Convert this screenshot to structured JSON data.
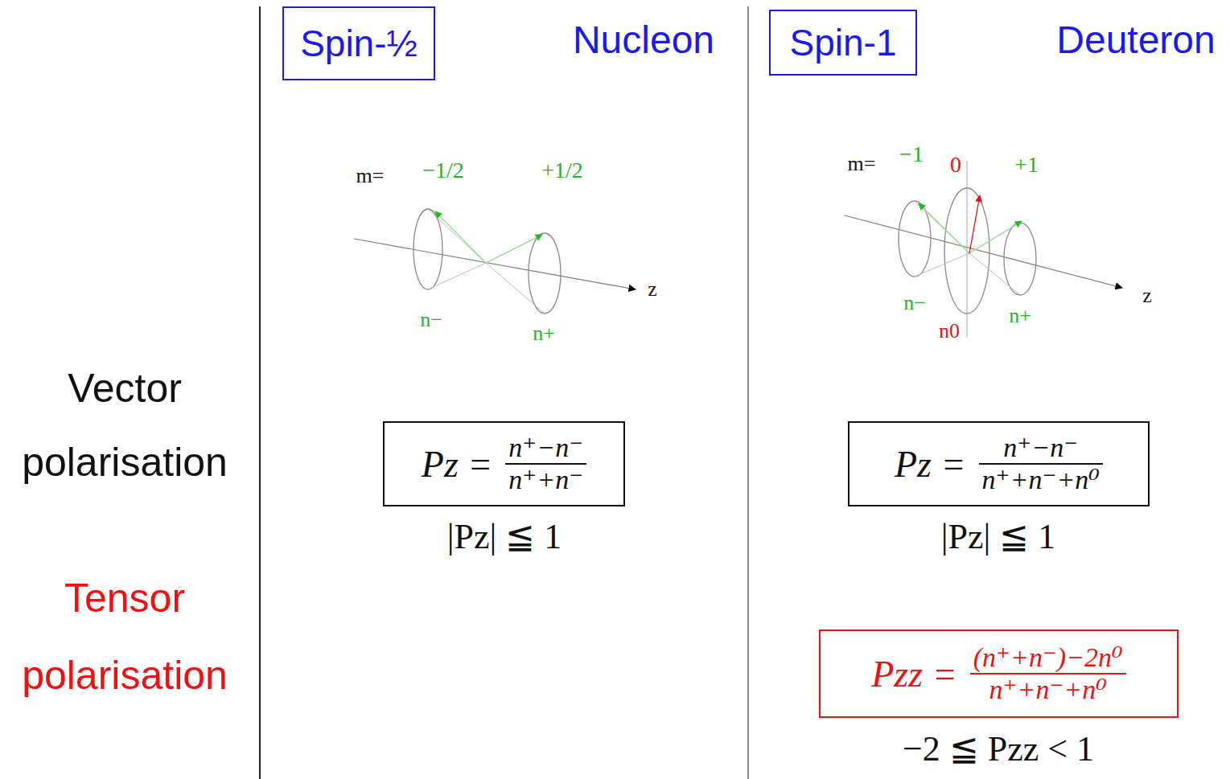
{
  "diagram": {
    "nodes": [
      {
        "text": [
          "Spin-½"
        ]
      },
      {
        "text": [
          "Spin-1"
        ]
      },
      {
        "text": [
          "Pz =",
          "n⁺−n⁻",
          "n⁺+n⁻"
        ]
      },
      {
        "text": [
          "Pz =",
          "n⁺−n⁻",
          "n⁺+n⁻+n⁰"
        ]
      },
      {
        "text": [
          "Pzz =",
          "(n⁺+n⁻)−2n⁰",
          "n⁺+n⁻+n⁰"
        ]
      }
    ],
    "labels": [
      "Nucleon",
      "Deuteron",
      "Vector polarisation",
      "Tensor polarisation",
      "m=",
      "−1/2",
      "+1/2",
      "n−",
      "n+",
      "z",
      "m=",
      "−1",
      "0",
      "+1",
      "n−",
      "n0",
      "n+",
      "z",
      "|Pz| ≦ 1",
      "|Pz| ≦ 1",
      "−2 ≦ Pzz < 1"
    ]
  }
}
